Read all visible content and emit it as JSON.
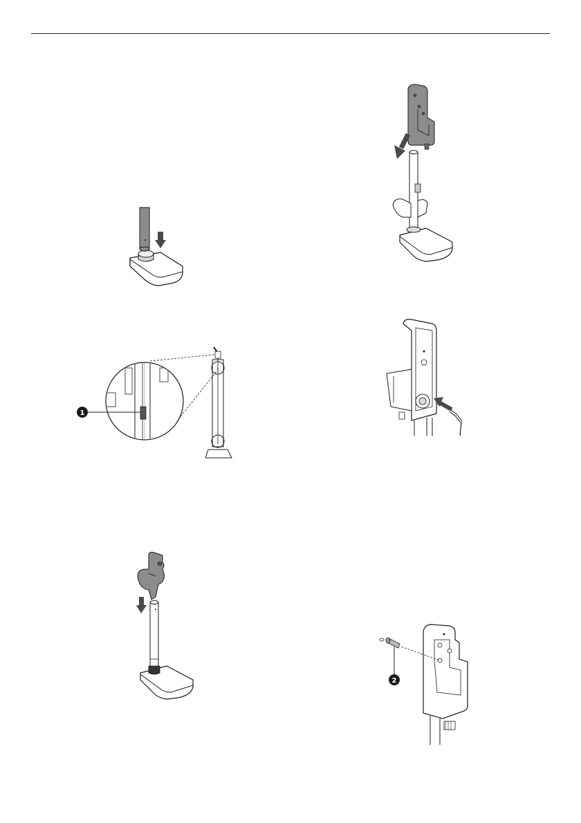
{
  "page": {
    "header_rule": "horizontal-rule",
    "figures": [
      {
        "id": "fig-insert-pole-into-base",
        "callout": ""
      },
      {
        "id": "fig-attach-charger-holder",
        "callout": ""
      },
      {
        "id": "fig-cable-routing-detail",
        "callout": "1"
      },
      {
        "id": "fig-connect-power-cable",
        "callout": ""
      },
      {
        "id": "fig-attach-accessory-holder",
        "callout": ""
      },
      {
        "id": "fig-insert-screw",
        "callout": "2"
      }
    ]
  },
  "colors": {
    "line": "#1a1a1a",
    "part_fill": "#8c8c8c",
    "part_fill_light": "#bdbdbd",
    "callout_fill": "#1a1a1a"
  }
}
